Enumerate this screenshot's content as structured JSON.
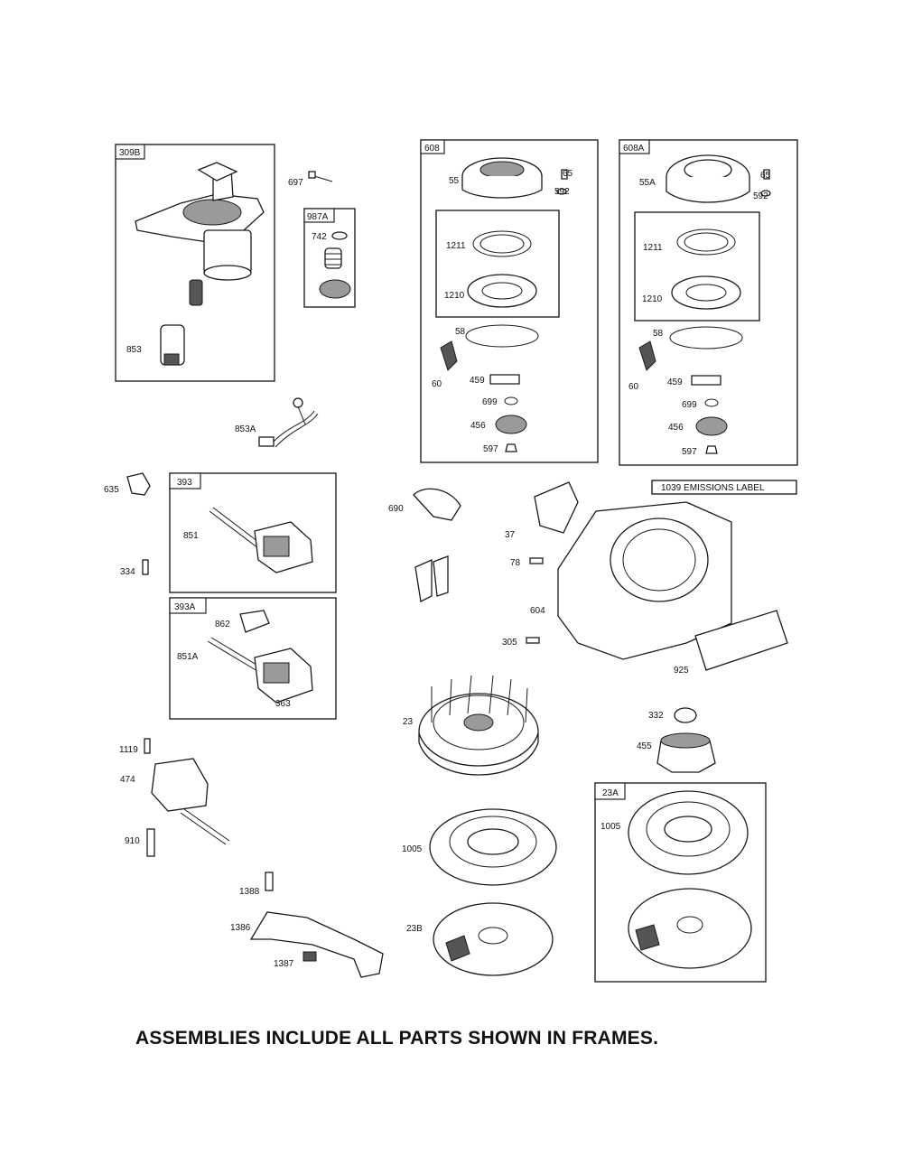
{
  "frames": {
    "f309b": "309B",
    "f987a": "987A",
    "f608": "608",
    "f608a": "608A",
    "f393": "393",
    "f393a": "393A",
    "f23a": "23A"
  },
  "emissions_label": "1039 EMISSIONS LABEL",
  "callouts": {
    "c697": "697",
    "c742": "742",
    "c853": "853",
    "c853a": "853A",
    "c65_l": "65",
    "c592_l": "592",
    "c55": "55",
    "c1211_l": "1211",
    "c1210_l": "1210",
    "c58_l": "58",
    "c60_l": "60",
    "c459_l": "459",
    "c699_l": "699",
    "c456_l": "456",
    "c597_l": "597",
    "c65_r": "65",
    "c592_r": "592",
    "c55a": "55A",
    "c1211_r": "1211",
    "c1210_r": "1210",
    "c58_r": "58",
    "c60_r": "60",
    "c459_r": "459",
    "c699_r": "699",
    "c456_r": "456",
    "c597_r": "597",
    "c635": "635",
    "c851": "851",
    "c334": "334",
    "c862": "862",
    "c851a": "851A",
    "c363": "363",
    "c690": "690",
    "c37": "37",
    "c78": "78",
    "c604": "604",
    "c305": "305",
    "c925": "925",
    "c23": "23",
    "c332": "332",
    "c455": "455",
    "c1119": "1119",
    "c474": "474",
    "c910": "910",
    "c1005_l": "1005",
    "c1005_r": "1005",
    "c23b": "23B",
    "c1388": "1388",
    "c1386": "1386",
    "c1387": "1387"
  },
  "footer_note": "ASSEMBLIES INCLUDE ALL PARTS SHOWN IN FRAMES."
}
